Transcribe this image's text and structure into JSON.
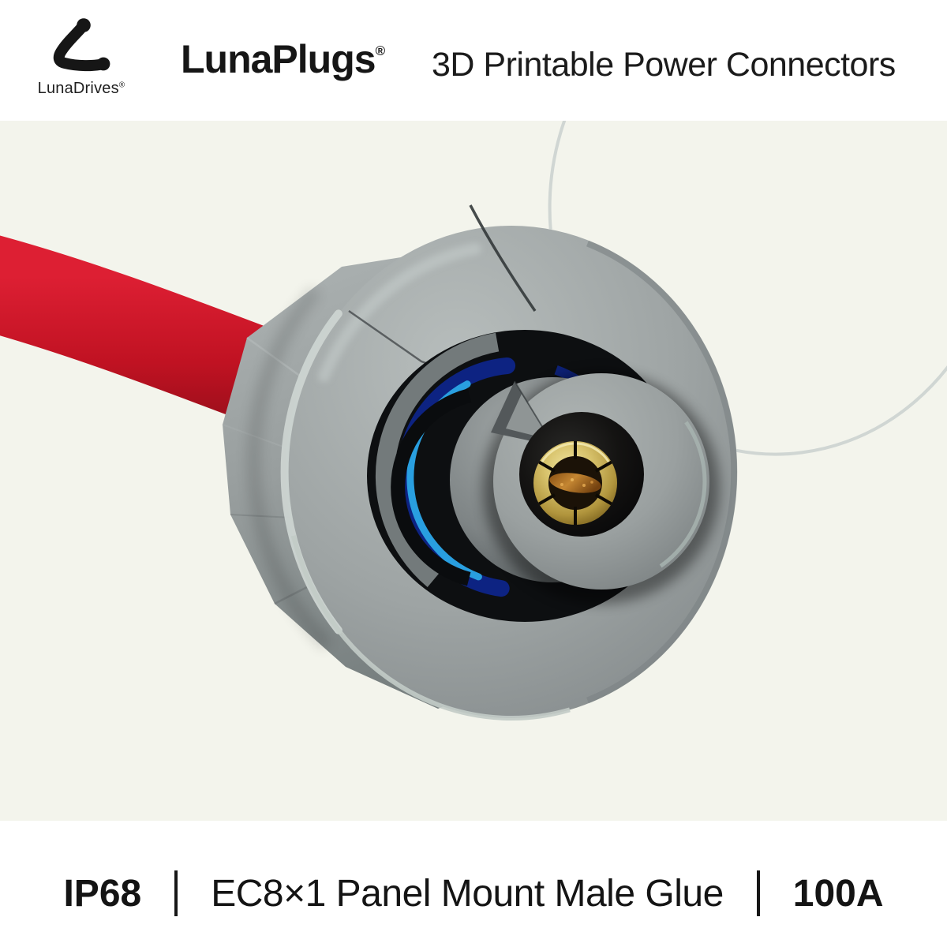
{
  "header": {
    "logo": {
      "mark": "luna-l-mark",
      "name": "LunaDrives",
      "reg": "®"
    },
    "brand": "LunaPlugs",
    "brand_reg": "®",
    "tagline": "3D Printable Power Connectors"
  },
  "footer": {
    "ip_rating": "IP68",
    "product_name": "EC8×1 Panel Mount Male Glue",
    "current_rating": "100A"
  },
  "render": {
    "description": "3D render of a gray EC8 panel-mount male power connector, viewed head-on, with red cable entering a hex gland on the left, blue seal ring inside the bore and a gold slotted collet contact pin in the center",
    "colors": {
      "background": "#f3f4ec",
      "panel_white": "#ffffff",
      "body_gray": "#9da3a3",
      "body_gray_dark": "#7d8384",
      "highlight_gray": "#ccd4d1",
      "cable_red": "#c41424",
      "seal_navy": "#0d2382",
      "seal_cyan": "#2aa3e3",
      "cavity_black": "#0d0f11",
      "pin_gold": "#c9b157",
      "pin_copper": "#bf7a28",
      "text_black": "#161616"
    }
  }
}
